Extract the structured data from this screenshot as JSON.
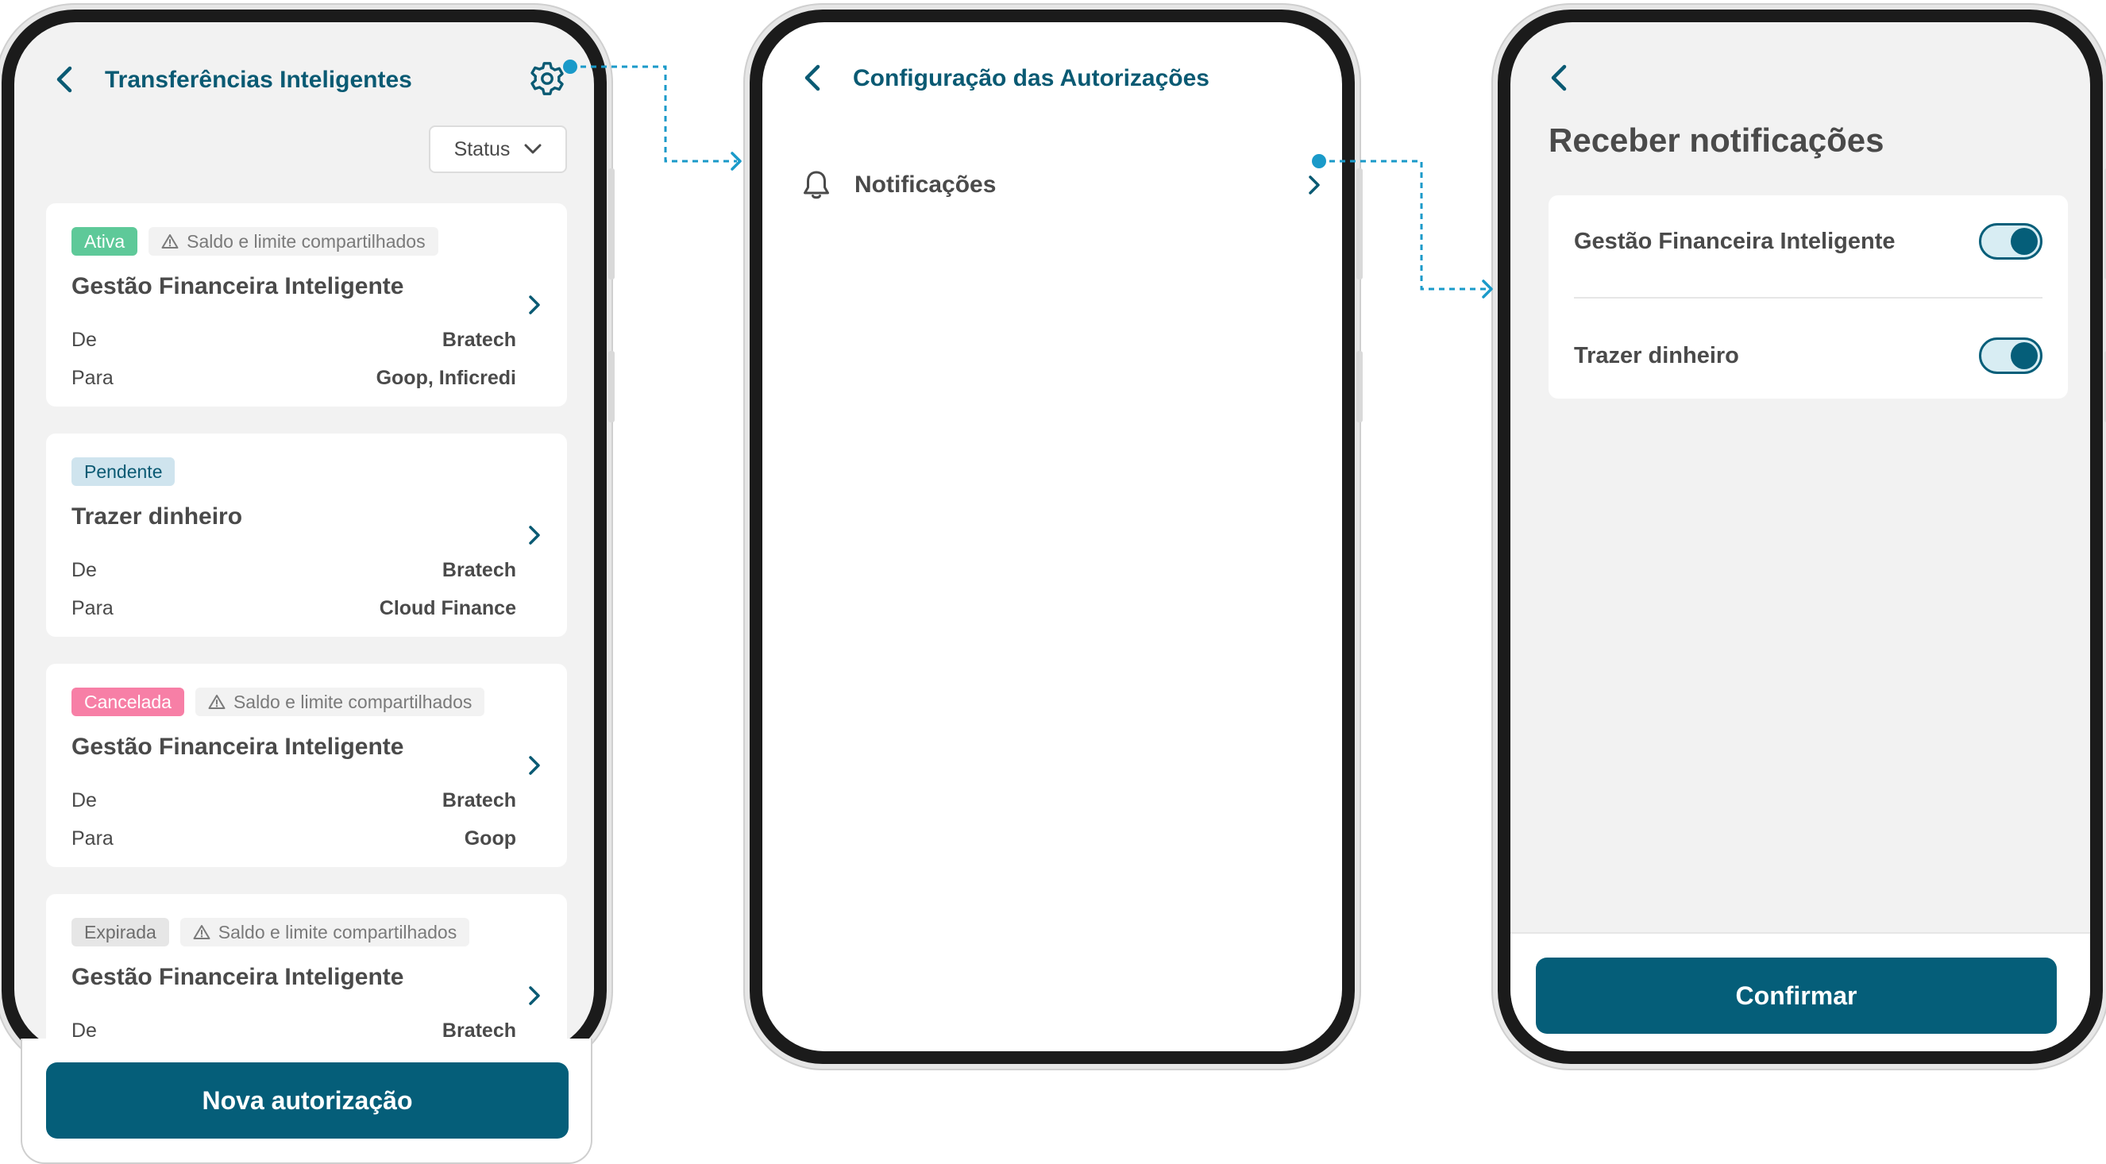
{
  "colors": {
    "brand": "#055e79",
    "heading": "#0a5a73",
    "connector": "#1a9ac9",
    "tag_ativa": "#5ec999",
    "tag_pendente": "#cfe4ee",
    "tag_cancelada": "#f77fa6",
    "tag_expirada": "#e6e6e6"
  },
  "screen1": {
    "title": "Transferências Inteligentes",
    "back_icon": "chevron-left-icon",
    "settings_icon": "gear-icon",
    "status_filter": {
      "label": "Status",
      "icon": "chevron-down-icon"
    },
    "cards": [
      {
        "status": "Ativa",
        "shared_tag": "Saldo e limite compartilhados",
        "title": "Gestão Financeira Inteligente",
        "from_label": "De",
        "from_value": "Bratech",
        "to_label": "Para",
        "to_value": "Goop, Inficredi"
      },
      {
        "status": "Pendente",
        "shared_tag": "",
        "title": "Trazer dinheiro",
        "from_label": "De",
        "from_value": "Bratech",
        "to_label": "Para",
        "to_value": "Cloud Finance"
      },
      {
        "status": "Cancelada",
        "shared_tag": "Saldo e limite compartilhados",
        "title": "Gestão Financeira Inteligente",
        "from_label": "De",
        "from_value": "Bratech",
        "to_label": "Para",
        "to_value": "Goop"
      },
      {
        "status": "Expirada",
        "shared_tag": "Saldo e limite compartilhados",
        "title": "Gestão Financeira Inteligente",
        "from_label": "De",
        "from_value": "Bratech",
        "to_label": "",
        "to_value": ""
      }
    ],
    "primary_button": "Nova autorização"
  },
  "screen2": {
    "title": "Configuração das Autorizações",
    "items": [
      {
        "label": "Notificações",
        "icon": "bell-icon"
      }
    ]
  },
  "screen3": {
    "title": "Receber notificações",
    "toggles": [
      {
        "label": "Gestão Financeira Inteligente",
        "on": true
      },
      {
        "label": "Trazer dinheiro",
        "on": true
      }
    ],
    "confirm_button": "Confirmar"
  }
}
